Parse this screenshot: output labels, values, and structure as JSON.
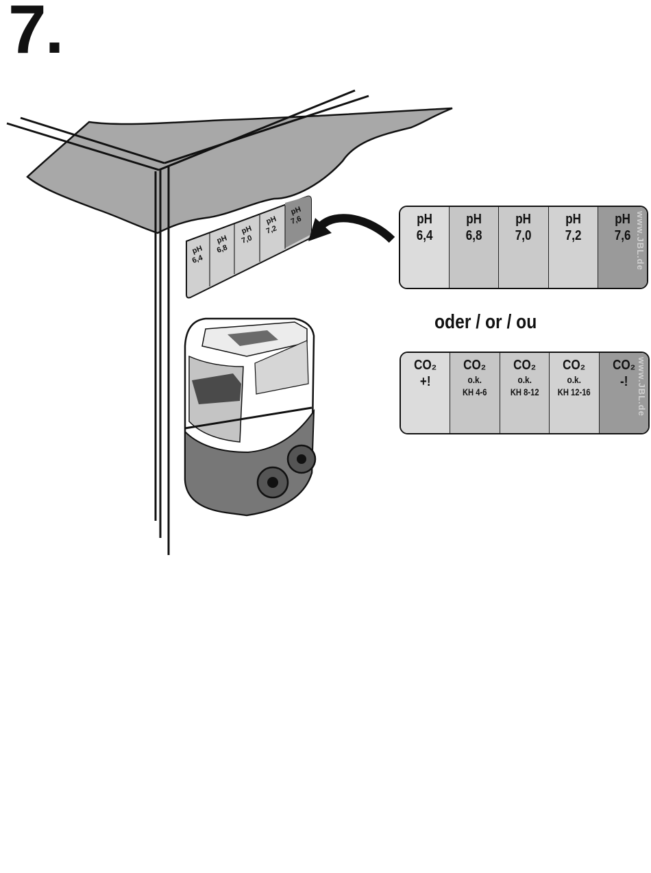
{
  "step": {
    "number": "7."
  },
  "separator": {
    "text": "oder / or / ou"
  },
  "brand": {
    "text": "www.JBL.de"
  },
  "ph_chart": {
    "cells": [
      {
        "l1": "pH",
        "l2": "6,4"
      },
      {
        "l1": "pH",
        "l2": "6,8"
      },
      {
        "l1": "pH",
        "l2": "7,0"
      },
      {
        "l1": "pH",
        "l2": "7,2"
      },
      {
        "l1": "pH",
        "l2": "7,6"
      }
    ]
  },
  "co2_chart": {
    "cells": [
      {
        "l1": "CO₂",
        "l2": "+!",
        "l3": "",
        "l4": ""
      },
      {
        "l1": "CO₂",
        "l2": "",
        "l3": "o.k.",
        "l4": "KH 4-6"
      },
      {
        "l1": "CO₂",
        "l2": "",
        "l3": "o.k.",
        "l4": "KH 8-12"
      },
      {
        "l1": "CO₂",
        "l2": "",
        "l3": "o.k.",
        "l4": "KH 12-16"
      },
      {
        "l1": "CO₂",
        "l2": "-!",
        "l3": "",
        "l4": ""
      }
    ]
  },
  "illustration": {
    "sticker": [
      {
        "l1": "pH",
        "l2": "6,4"
      },
      {
        "l1": "pH",
        "l2": "6,8"
      },
      {
        "l1": "pH",
        "l2": "7,0"
      },
      {
        "l1": "pH",
        "l2": "7,2"
      },
      {
        "l1": "pH",
        "l2": "7,6"
      }
    ]
  },
  "colors": {
    "water": "#a8a8a8",
    "cell_light": "#dcdcdc",
    "cell_mid": "#c6c6c6",
    "cell_dark": "#9a9a9a",
    "device_base": "#777777",
    "line": "#111111"
  },
  "icons": [
    "curved-arrow-icon",
    "co2-test-device-icon",
    "aquarium-corner-icon"
  ]
}
